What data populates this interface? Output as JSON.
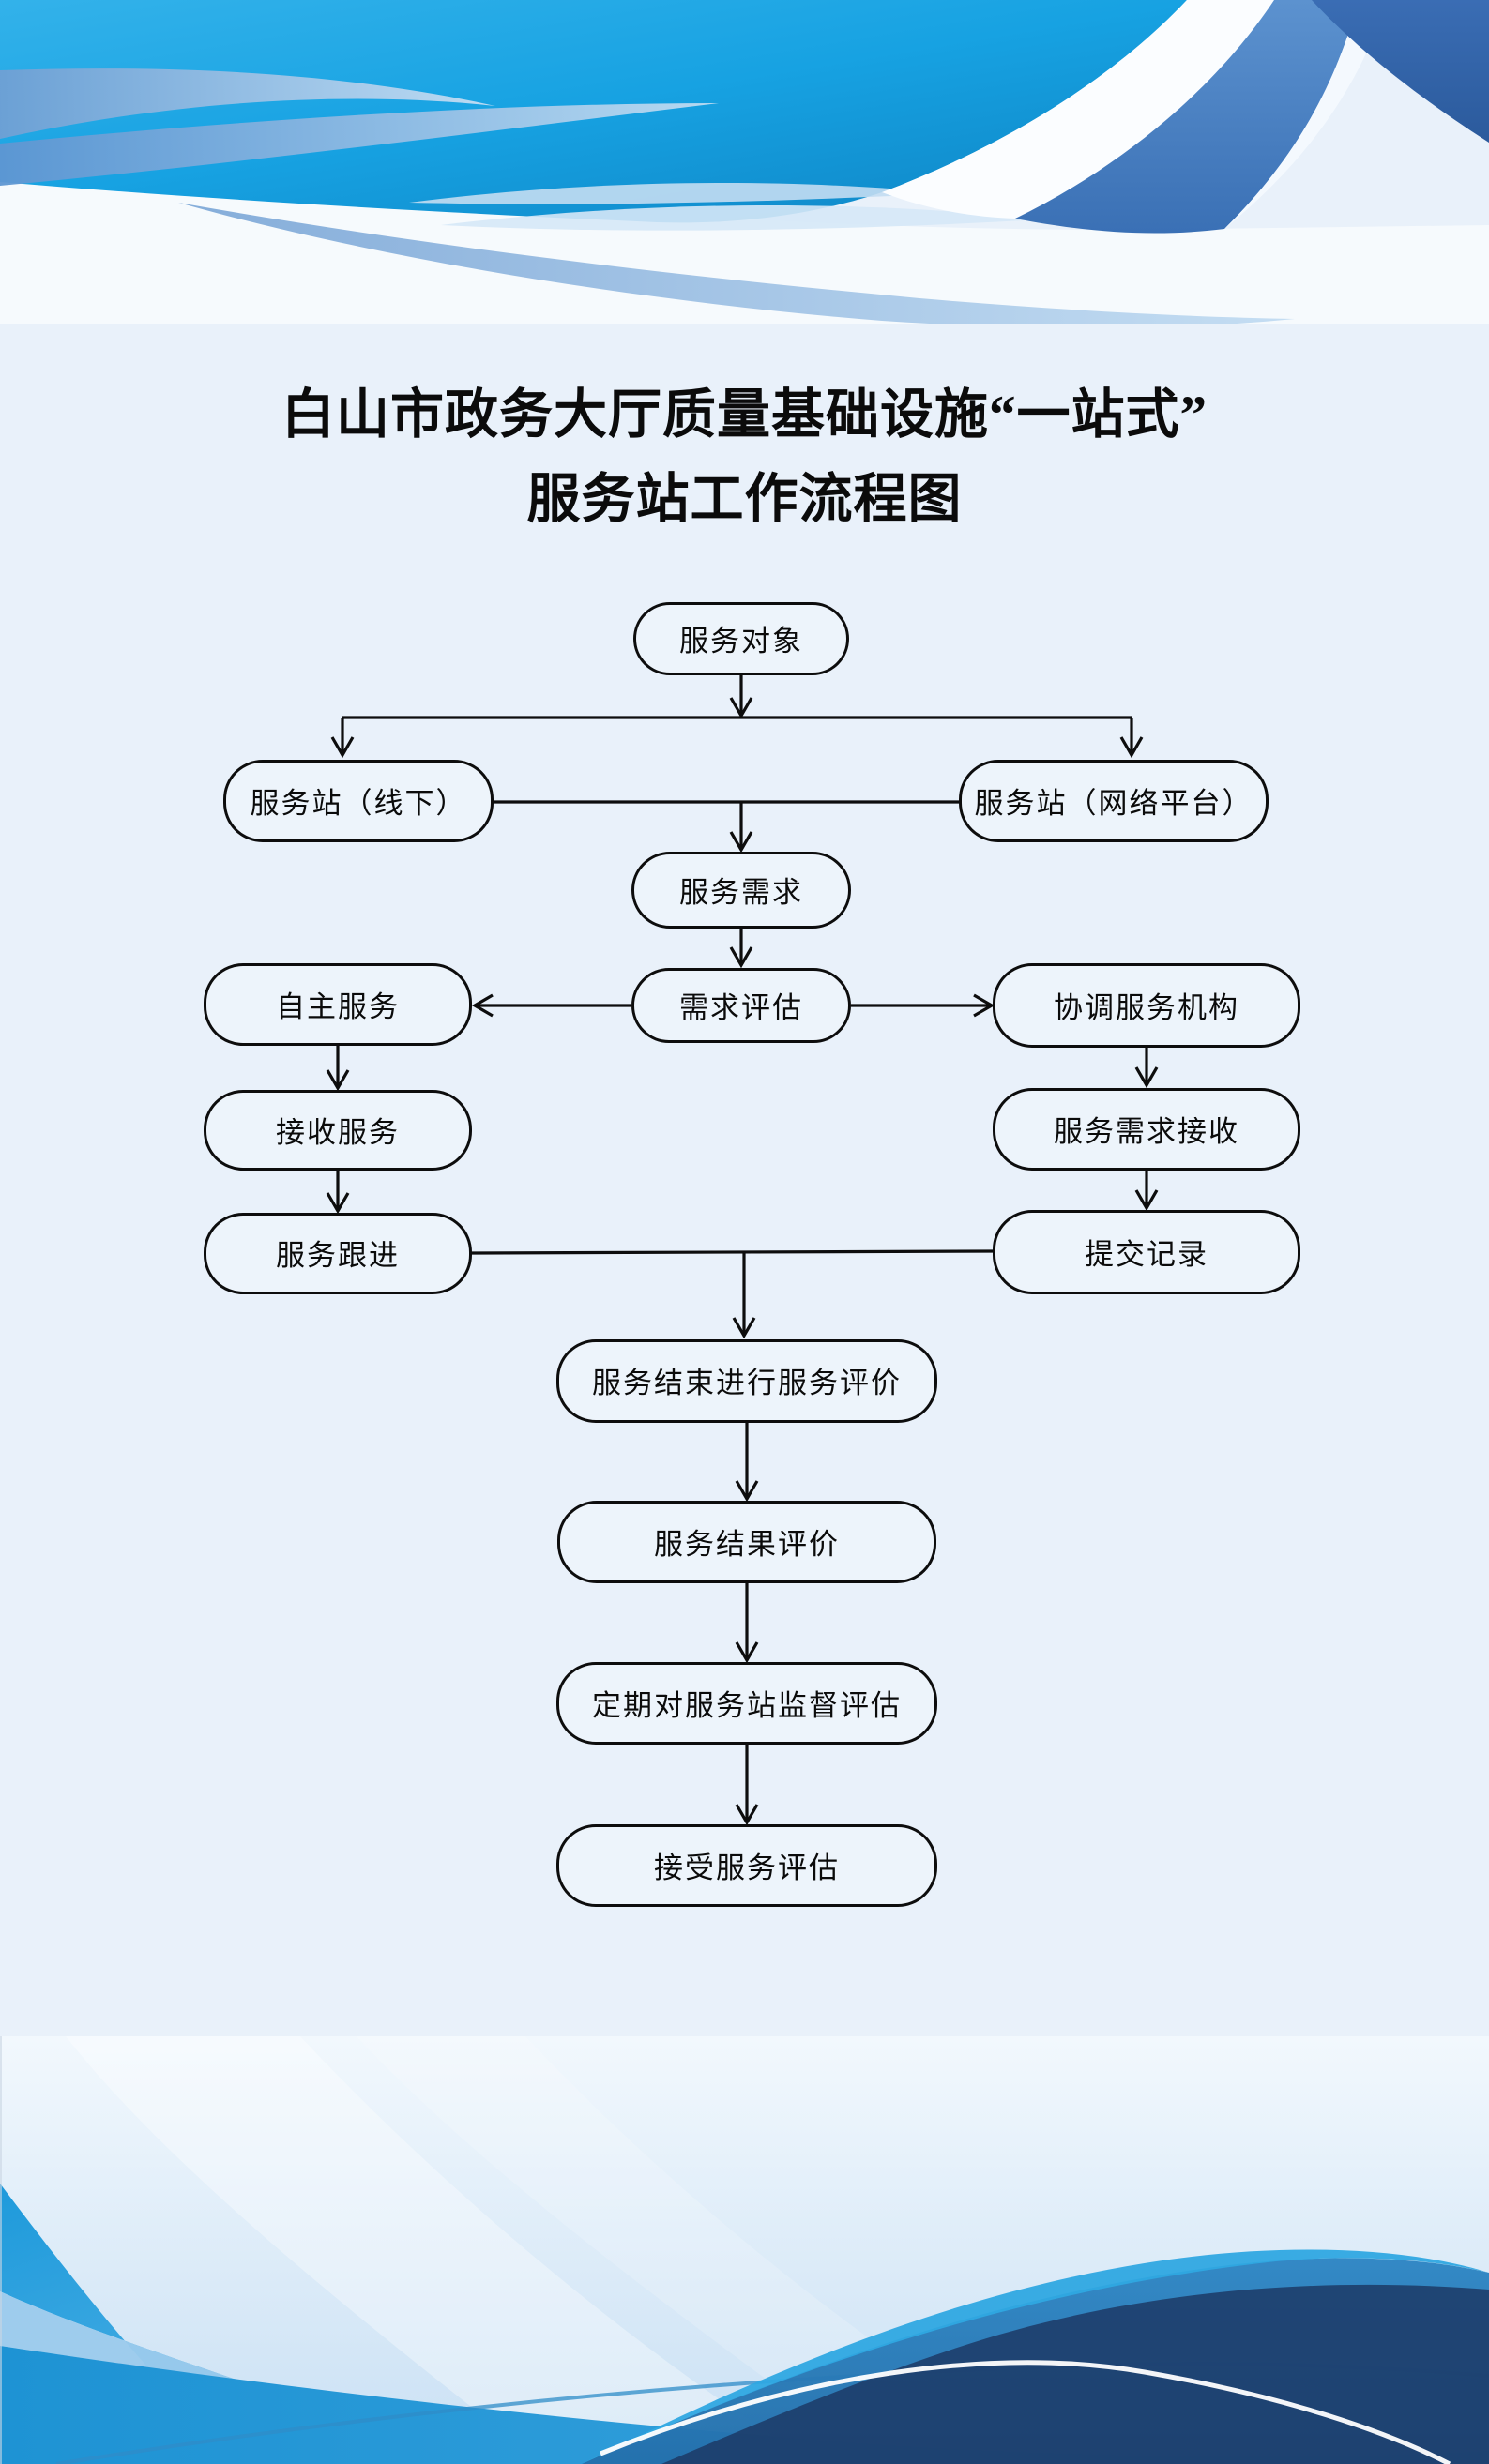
{
  "meta": {
    "doc_type": "flowchart-poster",
    "language": "zh-CN"
  },
  "header": {
    "title_line1": "白山市政务大厅质量基础设施“一站式”",
    "title_line2": "服务站工作流程图"
  },
  "flowchart": {
    "nodes": [
      {
        "id": "service-target",
        "label": "服务对象"
      },
      {
        "id": "station-offline",
        "label": "服务站（线下）"
      },
      {
        "id": "station-online",
        "label": "服务站（网络平台）"
      },
      {
        "id": "service-demand",
        "label": "服务需求"
      },
      {
        "id": "demand-assessment",
        "label": "需求评估"
      },
      {
        "id": "self-service",
        "label": "自主服务"
      },
      {
        "id": "coordinate-agency",
        "label": "协调服务机构"
      },
      {
        "id": "receive-service",
        "label": "接收服务"
      },
      {
        "id": "demand-reception",
        "label": "服务需求接收"
      },
      {
        "id": "service-followup",
        "label": "服务跟进"
      },
      {
        "id": "submit-record",
        "label": "提交记录"
      },
      {
        "id": "end-evaluation",
        "label": "服务结束进行服务评价"
      },
      {
        "id": "result-evaluation",
        "label": "服务结果评价"
      },
      {
        "id": "periodic-supervision",
        "label": "定期对服务站监督评估"
      },
      {
        "id": "accept-evaluation",
        "label": "接受服务评估"
      }
    ],
    "edges": [
      {
        "from": "service-target",
        "to": "station-offline"
      },
      {
        "from": "service-target",
        "to": "station-online"
      },
      {
        "from": "station-offline",
        "to": "service-demand"
      },
      {
        "from": "station-online",
        "to": "service-demand"
      },
      {
        "from": "service-demand",
        "to": "demand-assessment"
      },
      {
        "from": "demand-assessment",
        "to": "self-service"
      },
      {
        "from": "demand-assessment",
        "to": "coordinate-agency"
      },
      {
        "from": "self-service",
        "to": "receive-service"
      },
      {
        "from": "receive-service",
        "to": "service-followup"
      },
      {
        "from": "coordinate-agency",
        "to": "demand-reception"
      },
      {
        "from": "demand-reception",
        "to": "submit-record"
      },
      {
        "from": "service-followup",
        "to": "end-evaluation"
      },
      {
        "from": "submit-record",
        "to": "end-evaluation"
      },
      {
        "from": "end-evaluation",
        "to": "result-evaluation"
      },
      {
        "from": "result-evaluation",
        "to": "periodic-supervision"
      },
      {
        "from": "periodic-supervision",
        "to": "accept-evaluation"
      }
    ]
  },
  "colors": {
    "page_background": "#E9F1FA",
    "node_border": "#0D0D0D",
    "node_fill": "#EDF4FB",
    "accent_cyan": "#17A2E2",
    "accent_medium_blue": "#4484C6",
    "accent_dark_blue": "#2F5FA5",
    "accent_navy": "#1C3A66",
    "accent_slate": "#7FA9D8"
  }
}
